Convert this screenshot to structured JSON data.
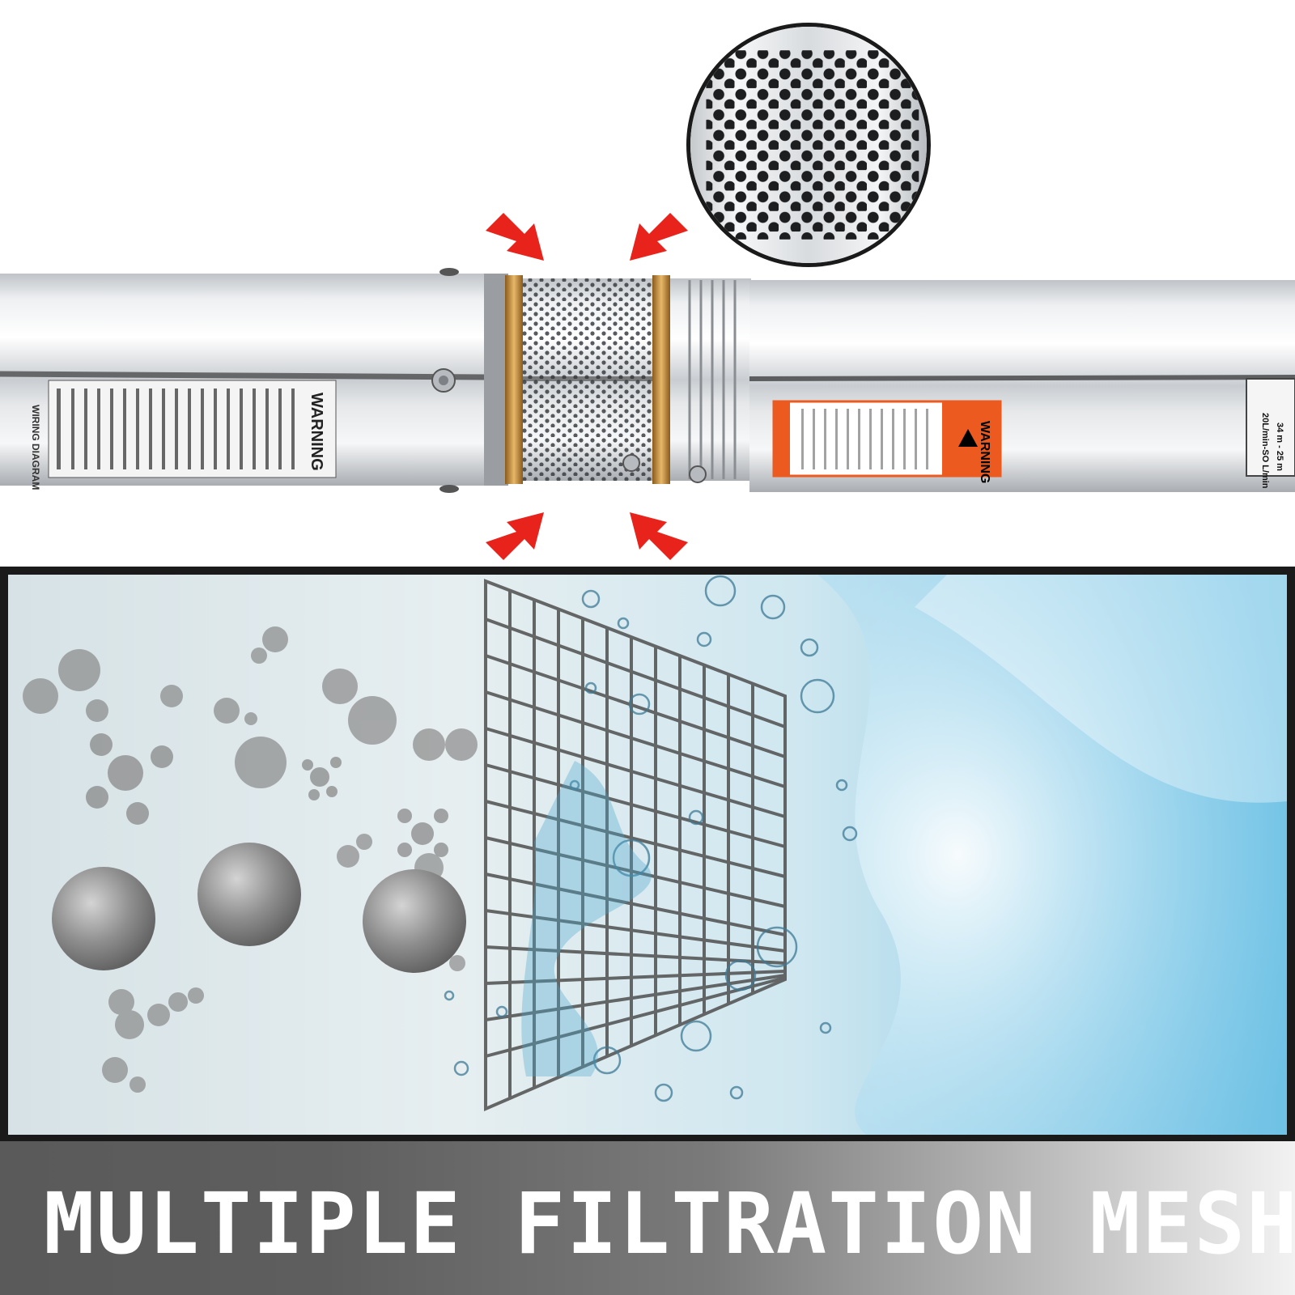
{
  "caption": {
    "title": "MULTIPLE FILTRATION MESH"
  },
  "labels": {
    "left_warning": "WARNING",
    "right_warning": "WARNING",
    "spec_line_1": "20L/min-SO L/min",
    "spec_line_2": "34 m - 25 m",
    "wiring": "WIRING DIAGRAM"
  },
  "colors": {
    "arrow": "#e8231b",
    "brass_ring": "#c08a3a",
    "steel": "#d6d9dc",
    "warning_orange": "#ec5a1f",
    "water_blue": "#5cb6dc",
    "caption_text": "#ffffff"
  },
  "icons": [
    "inward-arrow-icon",
    "magnifier-detail",
    "filter-mesh-illustration",
    "warning-triangle-icon"
  ]
}
